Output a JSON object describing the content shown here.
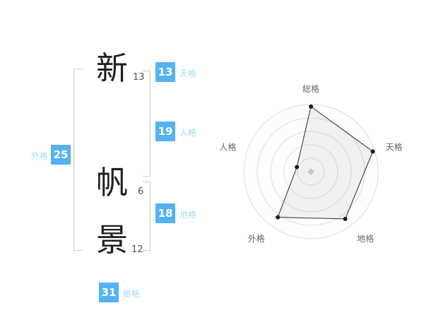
{
  "colors": {
    "accent_blue": "#54b2f1",
    "label_blue": "#a5d8f7",
    "bracket_gray": "#cccccc",
    "ring_gray": "#dddddd",
    "kanji_black": "#1f1f1f",
    "axis_label_gray": "#666666"
  },
  "name": {
    "characters": [
      {
        "char": "新",
        "strokes": "13"
      },
      {
        "char": "帆",
        "strokes": "6"
      },
      {
        "char": "景",
        "strokes": "12"
      }
    ]
  },
  "results": {
    "tenkaku": {
      "value": "13",
      "label": "天格"
    },
    "jinkaku": {
      "value": "19",
      "label": "人格"
    },
    "chikaku": {
      "value": "18",
      "label": "地格"
    },
    "gaikaku": {
      "value": "25",
      "label": "外格"
    },
    "soukaku": {
      "value": "31",
      "label": "総格"
    }
  },
  "chart_data": {
    "type": "radar",
    "title": "",
    "categories": [
      "総格",
      "天格",
      "地格",
      "外格",
      "人格"
    ],
    "values_normalized": [
      0.97,
      0.97,
      0.87,
      0.84,
      0.22
    ],
    "rings": 5,
    "max": 1,
    "legend": "none",
    "grid": "concentric-circles"
  }
}
